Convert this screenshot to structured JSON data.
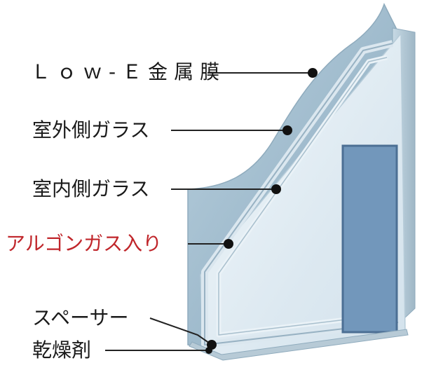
{
  "labels": {
    "low_e": "Ｌｏｗ-Ｅ金属膜",
    "outer_glass": "室外側ガラス",
    "inner_glass": "室内側ガラス",
    "argon": "アルゴンガス入り",
    "spacer": "スペーサー",
    "desiccant": "乾燥剤"
  },
  "colors": {
    "text": "#1a1a1a",
    "accent_text": "#c0262b",
    "glass_back": "#a9c3d3",
    "glass_front": "#e6f0f6",
    "frame_bar": "#7196b9",
    "frame_bar_border": "#4c6f94",
    "leader": "#222222",
    "dot": "#111111"
  }
}
